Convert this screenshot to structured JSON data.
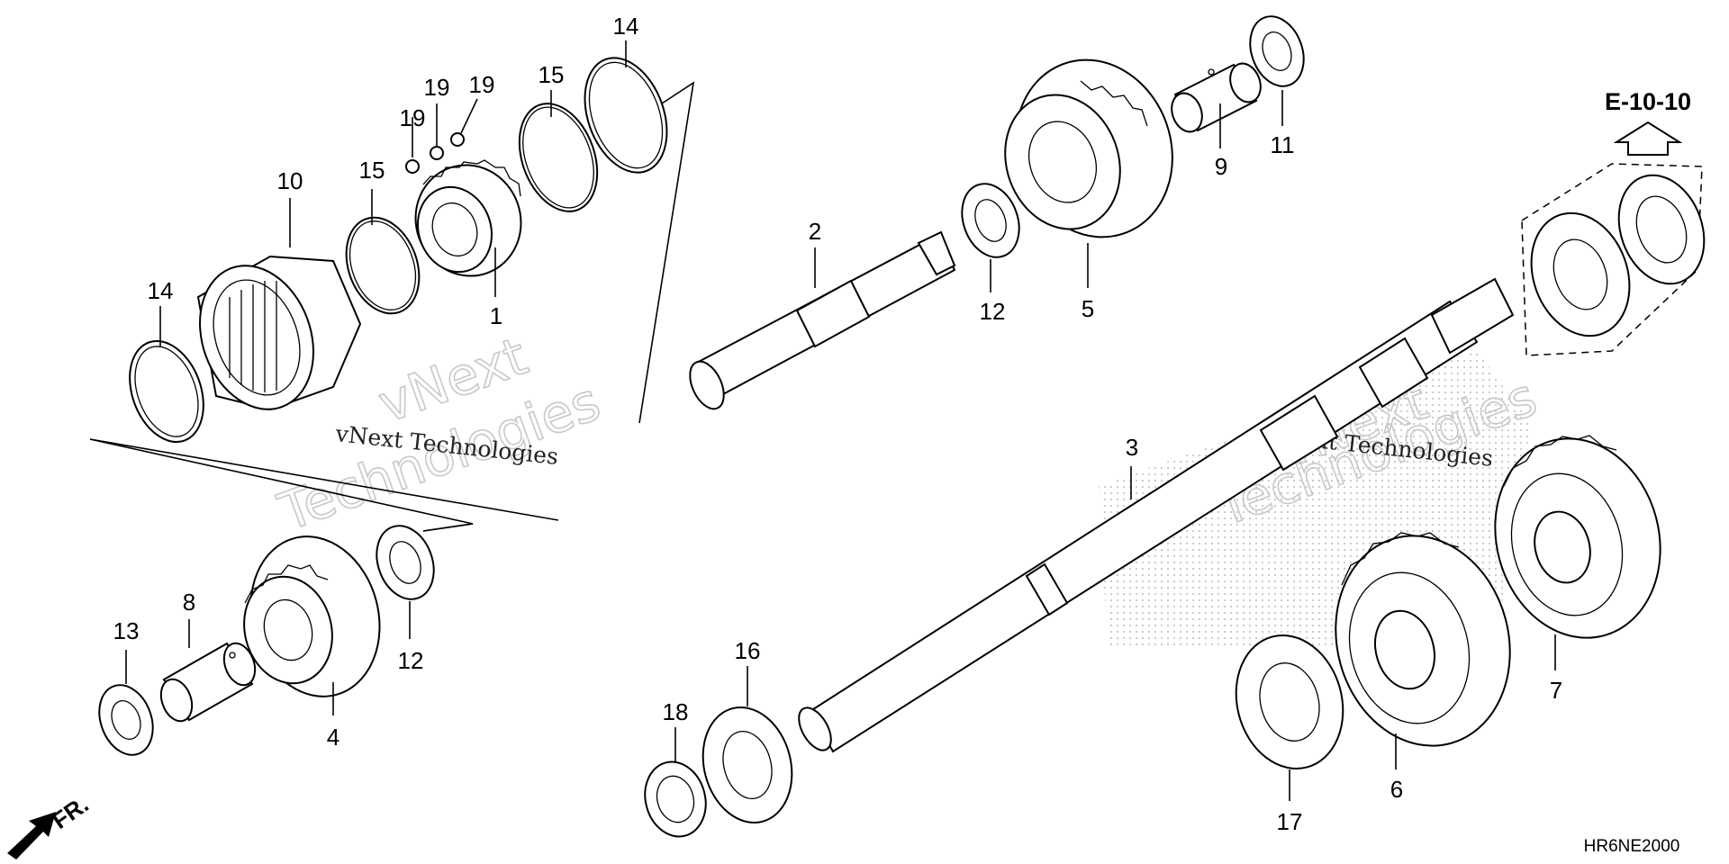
{
  "diagram": {
    "part_labels": [
      "1",
      "2",
      "3",
      "4",
      "5",
      "6",
      "7",
      "8",
      "9",
      "10",
      "11",
      "12",
      "12",
      "13",
      "14",
      "14",
      "15",
      "15",
      "16",
      "17",
      "18",
      "19",
      "19",
      "19"
    ],
    "reference": "E-10-10",
    "drawing_code": "HR6NE2000",
    "direction_label": "FR.",
    "watermark": {
      "brand": "vNext",
      "word": "Technologies",
      "caption": "vNext Technologies"
    }
  },
  "colors": {
    "line": "#000000",
    "background": "#ffffff",
    "watermark": "#c8c8c8",
    "dots": "#bdbdbd"
  }
}
